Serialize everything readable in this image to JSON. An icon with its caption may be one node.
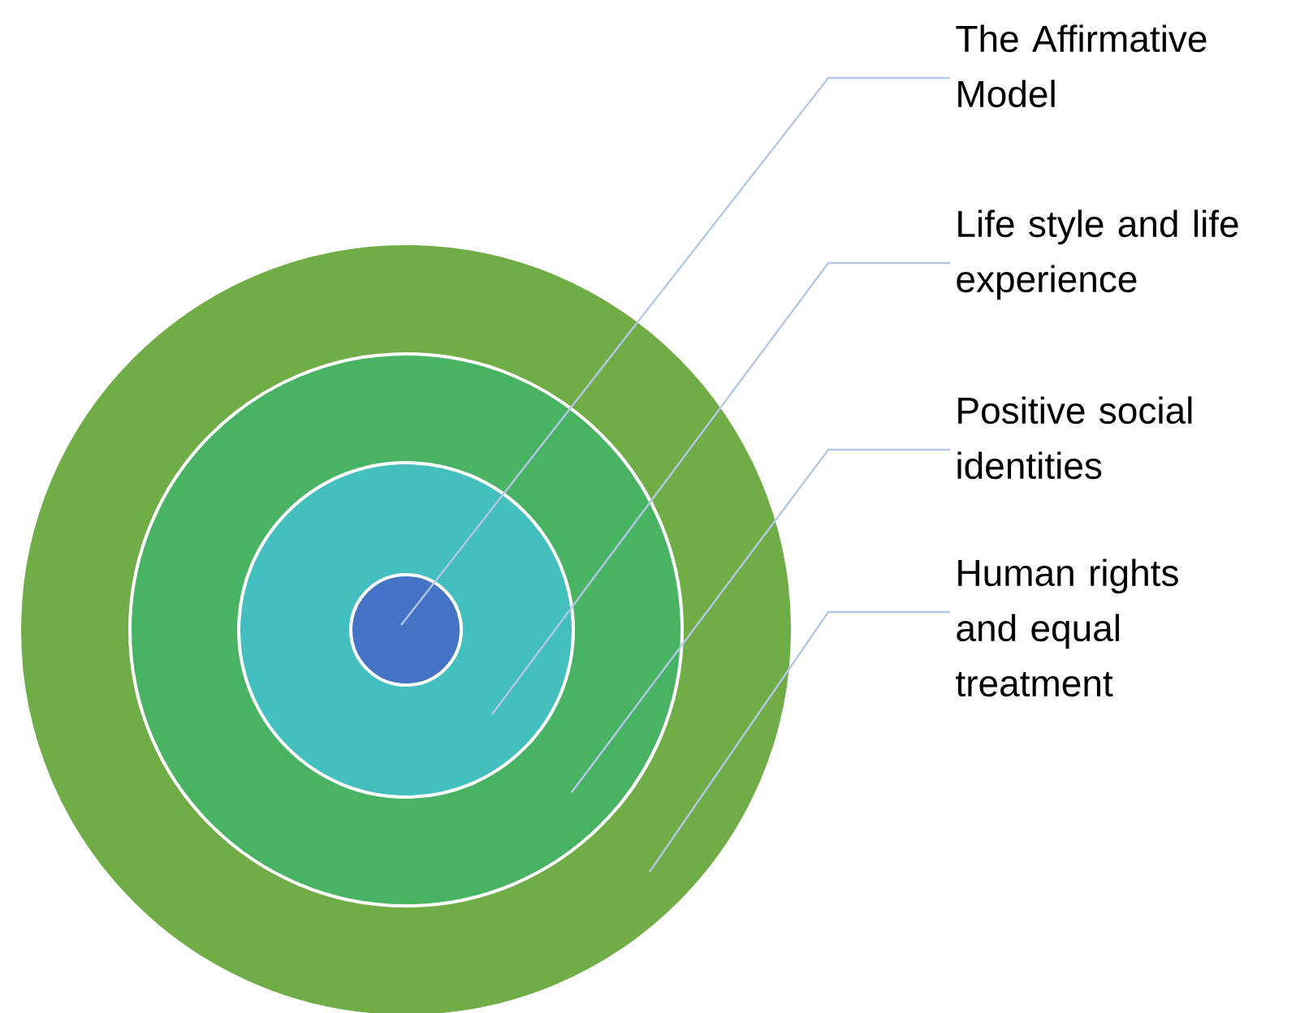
{
  "diagram": {
    "nodes": [
      {
        "text": [],
        "shape": "circle"
      },
      {
        "text": [],
        "shape": "circle",
        "in": 0
      },
      {
        "text": [],
        "shape": "circle",
        "in": 1
      },
      {
        "text": [],
        "shape": "circle",
        "in": 2
      },
      {
        "text": [
          "The Affirmative Model"
        ]
      },
      {
        "text": [
          "Life style and life experience"
        ]
      },
      {
        "text": [
          "Positive social identities"
        ]
      },
      {
        "text": [
          "Human rights and equal treatment"
        ]
      }
    ],
    "edges": [
      {
        "from": 4,
        "to": 3,
        "arrow": "none"
      },
      {
        "from": 5,
        "to": 2,
        "arrow": "none"
      },
      {
        "from": 6,
        "to": 1,
        "arrow": "none"
      },
      {
        "from": 7,
        "to": 0,
        "arrow": "none"
      }
    ]
  }
}
